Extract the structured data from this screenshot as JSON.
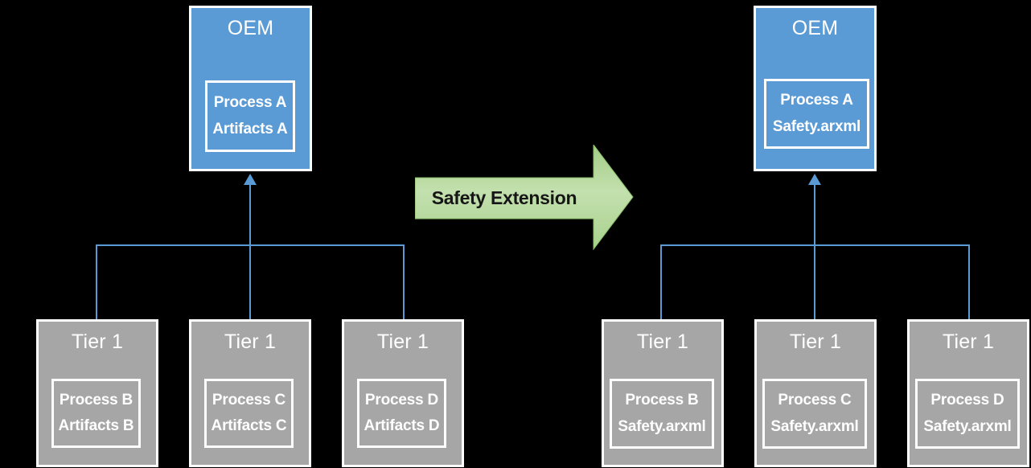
{
  "diagram": {
    "left": {
      "oem": {
        "title": "OEM",
        "process": "Process A",
        "artifact": "Artifacts A"
      },
      "tiers": [
        {
          "title": "Tier 1",
          "process": "Process B",
          "artifact": "Artifacts B"
        },
        {
          "title": "Tier 1",
          "process": "Process C",
          "artifact": "Artifacts C"
        },
        {
          "title": "Tier 1",
          "process": "Process D",
          "artifact": "Artifacts D"
        }
      ]
    },
    "transition_arrow": {
      "label": "Safety Extension"
    },
    "right": {
      "oem": {
        "title": "OEM",
        "process": "Process A",
        "artifact": "Safety.arxml"
      },
      "tiers": [
        {
          "title": "Tier 1",
          "process": "Process B",
          "artifact": "Safety.arxml"
        },
        {
          "title": "Tier 1",
          "process": "Process C",
          "artifact": "Safety.arxml"
        },
        {
          "title": "Tier 1",
          "process": "Process D",
          "artifact": "Safety.arxml"
        }
      ]
    },
    "colors": {
      "background": "#000000",
      "oem_box_fill": "#5b9bd5",
      "tier_box_fill": "#a6a6a6",
      "box_border": "#ffffff",
      "connector_line": "#5b9bd5",
      "arrow_fill_light": "#c3e0ae",
      "arrow_fill": "#a9d18e",
      "arrow_label_text": "#161616",
      "box_text": "#ffffff"
    }
  }
}
